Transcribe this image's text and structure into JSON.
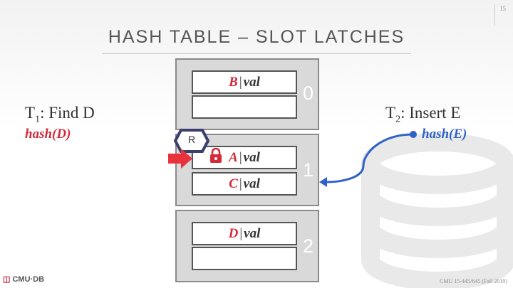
{
  "slide_number": "15",
  "title": "HASH TABLE – SLOT LATCHES",
  "buckets": [
    {
      "index": "0",
      "slots": [
        {
          "key": "B",
          "sep": "|",
          "val": "val"
        },
        {
          "key": "",
          "sep": "",
          "val": ""
        }
      ]
    },
    {
      "index": "1",
      "slots": [
        {
          "key": "A",
          "sep": "|",
          "val": "val"
        },
        {
          "key": "C",
          "sep": "|",
          "val": "val"
        }
      ]
    },
    {
      "index": "2",
      "slots": [
        {
          "key": "D",
          "sep": "|",
          "val": "val"
        },
        {
          "key": "",
          "sep": "",
          "val": ""
        }
      ]
    }
  ],
  "latch": {
    "mode": "R"
  },
  "t1": {
    "name": "T",
    "sub": "1",
    "action": ": Find D",
    "hash": "hash(D)"
  },
  "t2": {
    "name": "T",
    "sub": "2",
    "action": ": Insert E",
    "hash": "hash(E)"
  },
  "footer": {
    "logo": "CMU·DB",
    "course": "CMU 15-445/645 (Fall 2019)"
  },
  "colors": {
    "accent_red": "#d42b3a",
    "accent_blue": "#2f62c8",
    "latch_navy": "#3b3f6b"
  }
}
